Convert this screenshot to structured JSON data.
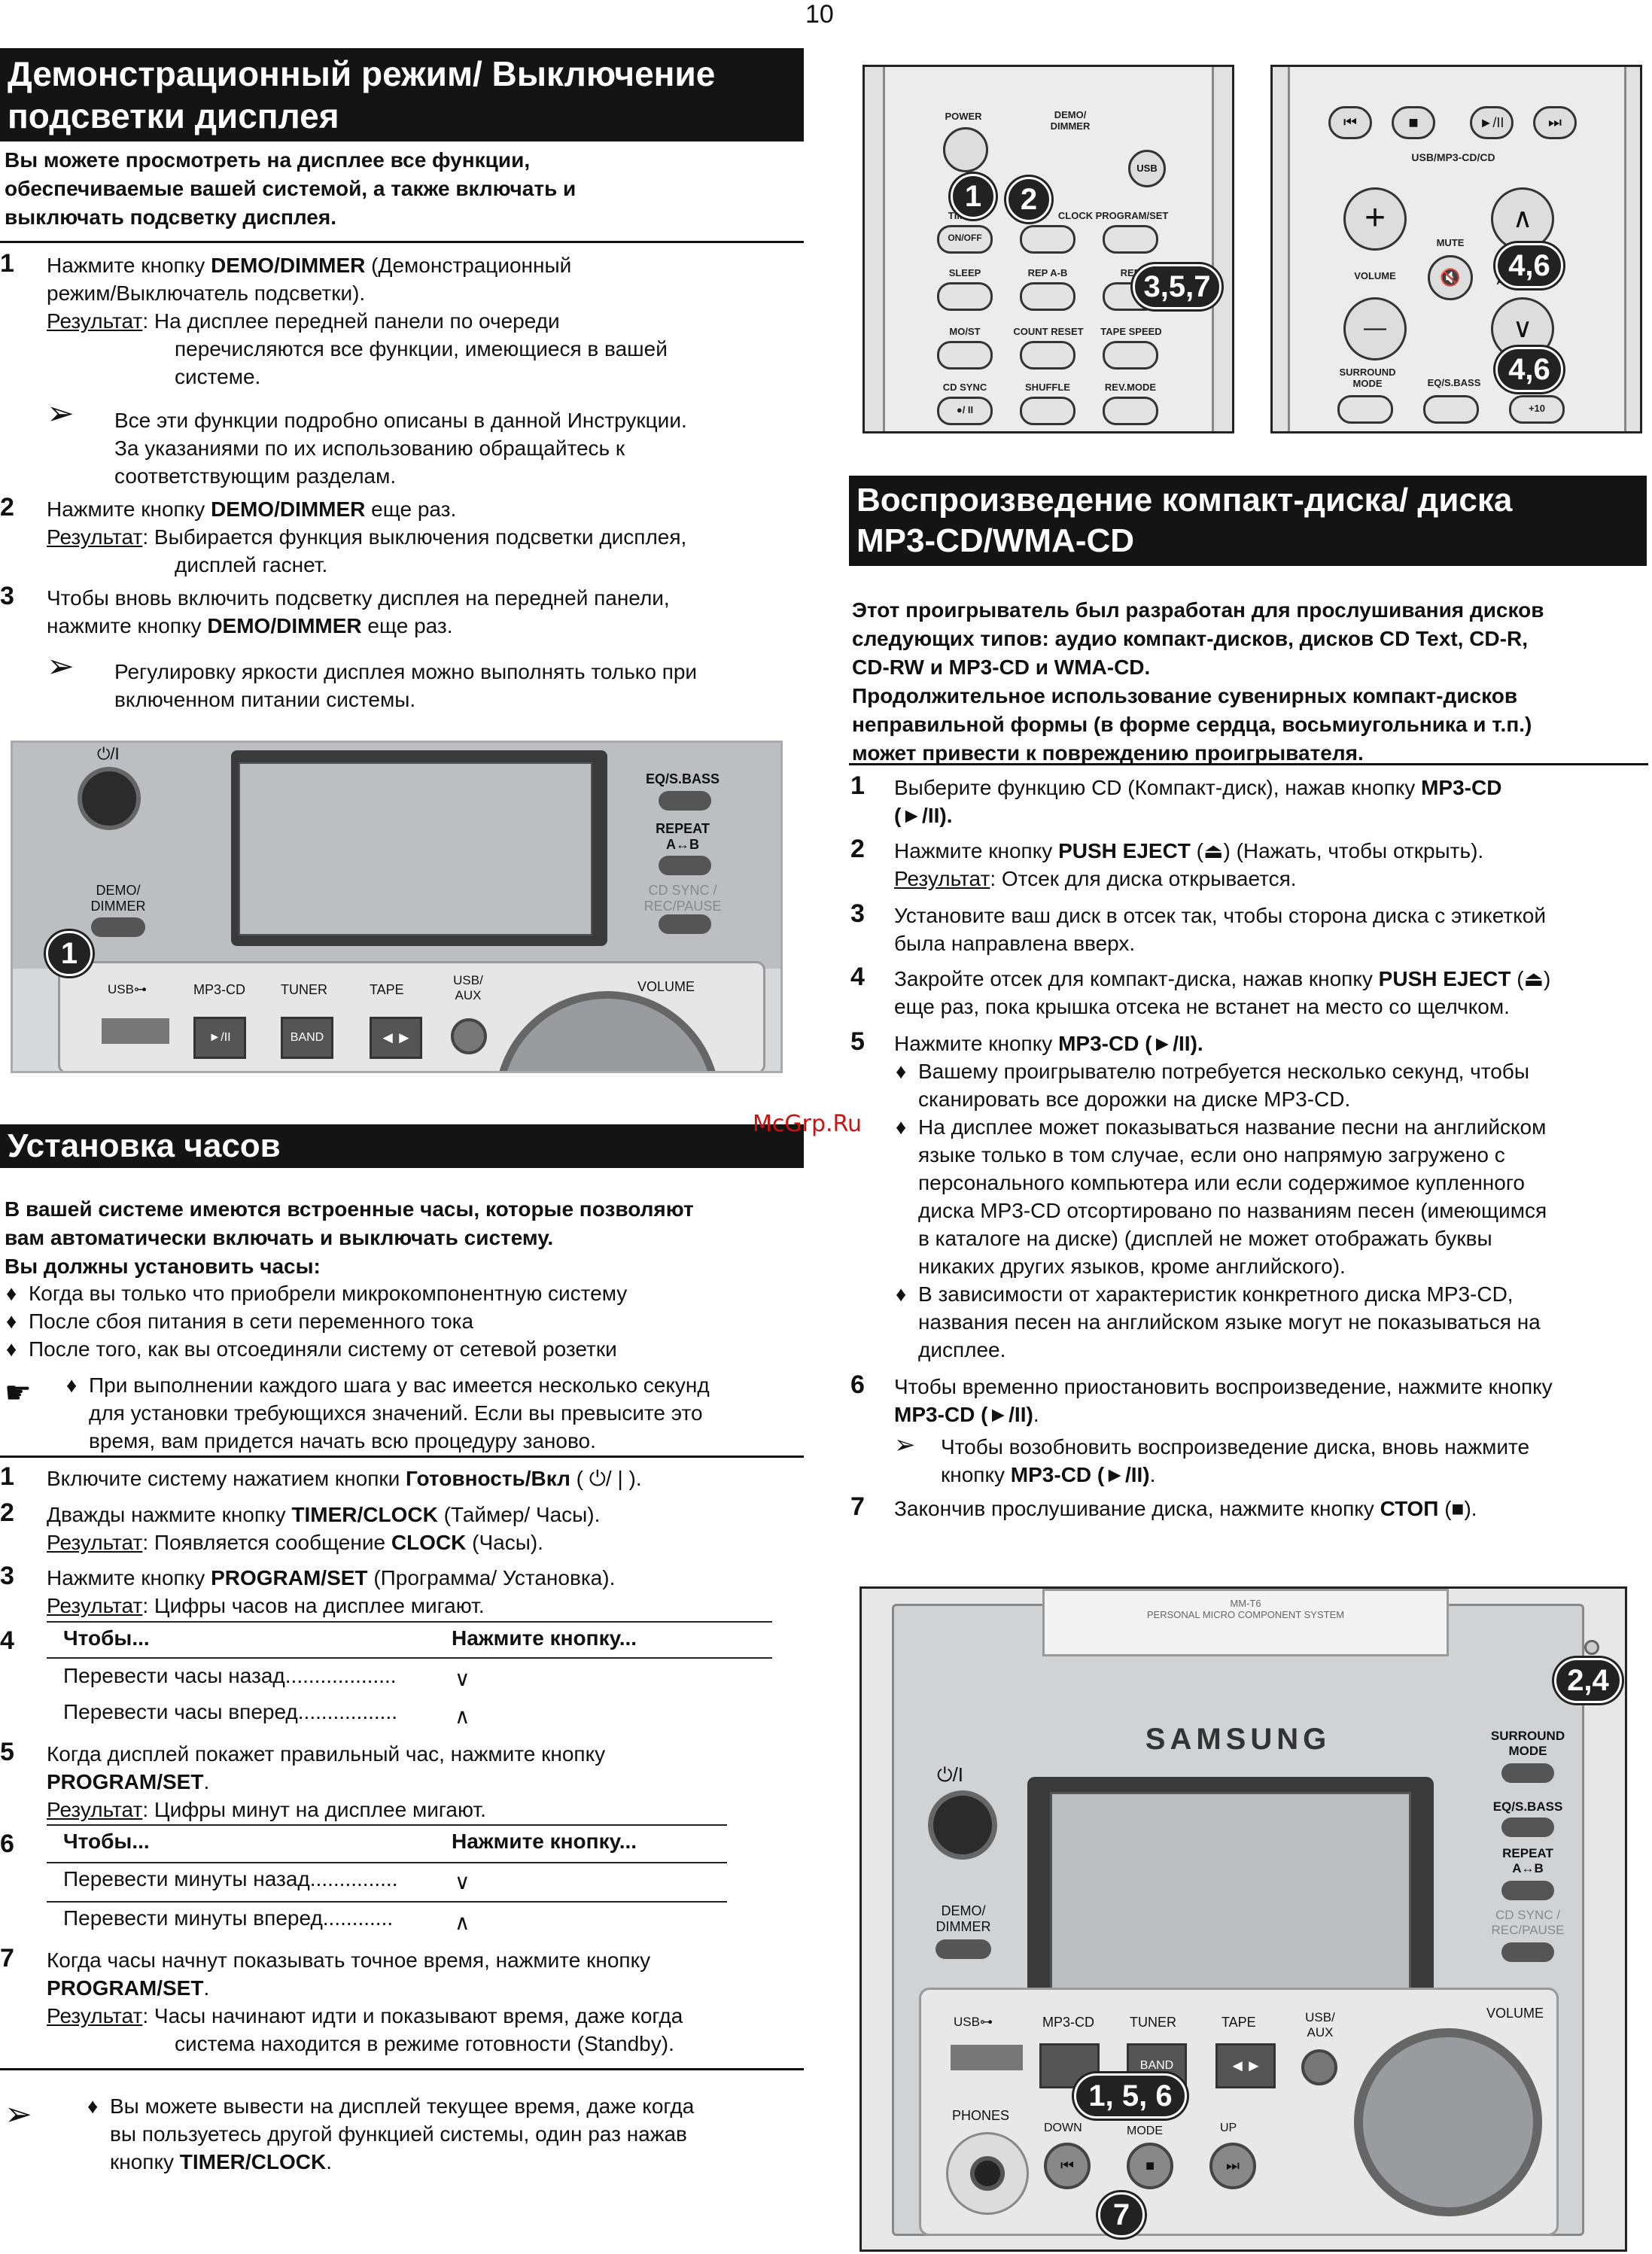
{
  "page_number": "10",
  "watermark": "McGrp.Ru",
  "demo": {
    "title_l1": "Демонстрационный режим/ Выключение",
    "title_l2": "подсветки дисплея",
    "intro_l1": "Вы можете просмотреть на дисплее все функции,",
    "intro_l2": "обеспечиваемые вашей системой, а также включать и",
    "intro_l3": "выключать подсветку дисплея.",
    "s1_num": "1",
    "s1_pre": "Нажмите кнопку ",
    "s1_btn": "DEMO/DIMMER",
    "s1_post": " (Демонстрационный",
    "s1_l2": "режим/Выключатель подсветки).",
    "s1_res_label": "Результат",
    "s1_res_l1": ": На дисплее передней панели по очереди",
    "s1_res_l2": "перечисляются все функции, имеющиеся в вашей",
    "s1_res_l3": "системе.",
    "n1_l1": "Все эти функции подробно описаны в данной Инструкции.",
    "n1_l2": "За указаниями по их использованию обращайтесь к",
    "n1_l3": "соответствующим разделам.",
    "s2_num": "2",
    "s2_pre": "Нажмите кнопку ",
    "s2_btn": "DEMO/DIMMER",
    "s2_post": " еще раз.",
    "s2_res_label": "Результат",
    "s2_res_l1": ": Выбирается функция выключения подсветки дисплея,",
    "s2_res_l2": "дисплей гаснет.",
    "s3_num": "3",
    "s3_l1": "Чтобы вновь включить подсветку дисплея на передней панели,",
    "s3_pre": "нажмите кнопку ",
    "s3_btn": "DEMO/DIMMER",
    "s3_post": " еще раз.",
    "n2_l1": "Регулировку яркости дисплея можно выполнять только при",
    "n2_l2": "включенном питании системы."
  },
  "fig1": {
    "power": "⏻/I",
    "eq": "EQ/S.BASS",
    "repeat_l1": "REPEAT",
    "repeat_l2": "A↔B",
    "cdsync_l1": "CD SYNC /",
    "cdsync_l2": "REC/PAUSE",
    "demo_l1": "DEMO/",
    "demo_l2": "DIMMER",
    "usb": "USB⊶",
    "mp3": "MP3-CD",
    "tuner": "TUNER",
    "tape": "TAPE",
    "usbaux_l1": "USB/",
    "usbaux_l2": "AUX",
    "volume": "VOLUME",
    "play": "►/II",
    "band": "BAND",
    "callout": "1"
  },
  "clock": {
    "title": "Установка часов",
    "intro_l1": "В вашей системе имеются встроенные часы, которые позволяют",
    "intro_l2": "вам автоматически включать и выключать систему.",
    "intro_l3": "Вы должны установить часы:",
    "b1": "Когда вы только что приобрели микрокомпонентную систему",
    "b2": "После сбоя питания в сети переменного тока",
    "b3": "После того, как вы отсоединяли систему от сетевой розетки",
    "hand_l1": "При выполнении каждого шага у вас имеется несколько секунд",
    "hand_l2": "для установки требующихся значений. Если вы превысите это",
    "hand_l3": "время, вам придется начать всю процедуру заново.",
    "s1_num": "1",
    "s1_pre": "Включите систему нажатием кнопки ",
    "s1_btn": "Готовность/Вкл",
    "s1_post": " ( ⏻/ | ).",
    "s2_num": "2",
    "s2_pre": "Дважды нажмите кнопку ",
    "s2_btn": "TIMER/CLOCK",
    "s2_post": " (Таймер/ Часы).",
    "s2_res_label": "Результат",
    "s2_res_pre": ": Появляется сообщение ",
    "s2_res_btn": "CLOCK",
    "s2_res_post": " (Часы).",
    "s3_num": "3",
    "s3_pre": "Нажмите кнопку ",
    "s3_btn": "PROGRAM/SET",
    "s3_post": " (Программа/ Установка).",
    "s3_res_label": "Результат",
    "s3_res": ": Цифры часов на дисплее мигают.",
    "s4_num": "4",
    "t1_h1": "Чтобы...",
    "t1_h2": "Нажмите кнопку...",
    "t1_r1": "Перевести часы назад",
    "t1_r1_dots": "...................",
    "t1_r1_sym": "∨",
    "t1_r2": "Перевести часы вперед",
    "t1_r2_dots": ".................",
    "t1_r2_sym": "∧",
    "s5_num": "5",
    "s5_l1": "Когда дисплей покажет правильный час, нажмите кнопку",
    "s5_btn": "PROGRAM/SET",
    "s5_post": ".",
    "s5_res_label": "Результат",
    "s5_res": ": Цифры минут на дисплее мигают.",
    "s6_num": "6",
    "t2_h1": "Чтобы...",
    "t2_h2": "Нажмите кнопку...",
    "t2_r1": "Перевести минуты назад",
    "t2_r1_dots": "...............",
    "t2_r1_sym": "∨",
    "t2_r2": "Перевести минуты вперед",
    "t2_r2_dots": "............",
    "t2_r2_sym": "∧",
    "s7_num": "7",
    "s7_l1": "Когда часы начнут показывать точное время, нажмите кнопку",
    "s7_btn": "PROGRAM/SET",
    "s7_post": ".",
    "s7_res_label": "Результат",
    "s7_res_l1": ": Часы начинают идти и показывают время, даже когда",
    "s7_res_l2": "система находится в режиме готовности (Standby).",
    "n_l1": "Вы можете вывести на дисплей текущее время, даже когда",
    "n_l2": "вы пользуетесь другой функцией системы, один раз нажав",
    "n_pre": "кнопку ",
    "n_btn": "TIMER/CLOCK",
    "n_post": "."
  },
  "remote1": {
    "power": "POWER",
    "demo_l1": "DEMO/",
    "demo_l2": "DIMMER",
    "usb": "USB",
    "timer": "TIMER",
    "onoff": "ON/OFF",
    "clock": "CLOCK",
    "progset": "PROGRAM/SET",
    "sleep": "SLEEP",
    "repab": "REP A-B",
    "rep": "REP",
    "most": "MO/ST",
    "countreset": "COUNT RESET",
    "tapespeed": "TAPE SPEED",
    "cdsync": "CD SYNC",
    "shuffle": "SHUFFLE",
    "revmode": "REV.MODE",
    "cd_btn": "●/ II",
    "c1": "1",
    "c2": "2",
    "c3": "3,5,7"
  },
  "remote2": {
    "usbcd": "USB/MP3-CD/CD",
    "mute": "MUTE",
    "volume": "VOLUME",
    "tuning_l1": "TU",
    "tuning_l2": "AL",
    "surround_l1": "SURROUND",
    "surround_l2": "MODE",
    "eqsbass": "EQ/S.BASS",
    "plus10": "+10",
    "prev": "⏮",
    "stop": "■",
    "play": "►/II",
    "next": "⏭",
    "plus": "+",
    "minus": "—",
    "c1": "4,6",
    "c2": "4,6"
  },
  "cd": {
    "title_l1": "Воспроизведение компакт-диска/ диска",
    "title_l2": "MP3-CD/WMA-CD",
    "intro_l1": "Этот проигрыватель был разработан для прослушивания дисков",
    "intro_l2": "следующих типов: аудио компакт-дисков, дисков CD Text, CD-R,",
    "intro_l3": "CD-RW и MP3-CD и WMA-CD.",
    "intro_l4": "Продолжительное использование сувенирных компакт-дисков",
    "intro_l5": "неправильной формы (в форме сердца, восьмиугольника и т.п.)",
    "intro_l6": "может привести к повреждению проигрывателя.",
    "s1_num": "1",
    "s1_pre": "Выберите функцию CD (Компакт-диск), нажав кнопку ",
    "s1_btn": "MP3-CD",
    "s1_l2": "(►/II).",
    "s2_num": "2",
    "s2_pre": "Нажмите кнопку ",
    "s2_btn": "PUSH EJECT",
    "s2_post": " (⏏) (Нажать, чтобы открыть).",
    "s2_res_label": "Результат",
    "s2_res": ": Отсек для диска открывается.",
    "s3_num": "3",
    "s3_l1": "Установите ваш диск в отсек так, чтобы сторона диска с этикеткой",
    "s3_l2": "была направлена вверх.",
    "s4_num": "4",
    "s4_pre": "Закройте отсек для компакт-диска, нажав кнопку ",
    "s4_btn": "PUSH EJECT",
    "s4_post": " (⏏)",
    "s4_l2": "еще раз, пока крышка отсека не встанет на место со щелчком.",
    "s5_num": "5",
    "s5_pre": "Нажмите кнопку ",
    "s5_btn": "MP3-CD (►/II).",
    "b1_l1": "Вашему проигрывателю потребуется несколько секунд, чтобы",
    "b1_l2": "сканировать все дорожки на диске MP3-CD.",
    "b2_l1": "На дисплее может показываться название песни на английском",
    "b2_l2": "языке только в том случае, если оно напрямую загружено с",
    "b2_l3": "персонального компьютера или если содержимое купленного",
    "b2_l4": "диска MP3-CD отсортировано по названиям песен (имеющимся",
    "b2_l5": "в каталоге на диске) (дисплей не может отображать буквы",
    "b2_l6": "никаких других языков, кроме английского).",
    "b3_l1": "В зависимости от характеристик конкретного диска MP3-CD,",
    "b3_l2": "названия песен на английском языке могут не показываться на",
    "b3_l3": "дисплее.",
    "s6_num": "6",
    "s6_l1": "Чтобы временно приостановить воспроизведение, нажмите кнопку",
    "s6_btn": "MP3-CD (►/II)",
    "s6_post": ".",
    "n_pre": "Чтобы возобновить воспроизведение диска, вновь нажмите",
    "n_l2_pre": "кнопку ",
    "n_btn": "MP3-CD (►/II)",
    "n_post": ".",
    "s7_num": "7",
    "s7_pre": "Закончив прослушивание диска, нажмите кнопку ",
    "s7_btn": "СТОП",
    "s7_post": " (■)."
  },
  "fig3": {
    "model_l1": "MM-T6",
    "model_l2": "PERSONAL MICRO COMPONENT SYSTEM",
    "samsung": "SAMSUNG",
    "power": "⏻/I",
    "surround_l1": "SURROUND",
    "surround_l2": "MODE",
    "eq": "EQ/S.BASS",
    "repeat_l1": "REPEAT",
    "repeat_l2": "A↔B",
    "cdsync_l1": "CD SYNC /",
    "cdsync_l2": "REC/PAUSE",
    "demo_l1": "DEMO/",
    "demo_l2": "DIMMER",
    "usb": "USB⊶",
    "mp3": "MP3-CD",
    "tuner": "TUNER",
    "tape": "TAPE",
    "usbaux_l1": "USB/",
    "usbaux_l2": "AUX",
    "volume": "VOLUME",
    "phones": "PHONES",
    "down": "DOWN",
    "up": "UP",
    "mode": "MODE",
    "band": "BAND",
    "c1": "2,4",
    "c2": "1, 5, 6",
    "c3": "7"
  }
}
